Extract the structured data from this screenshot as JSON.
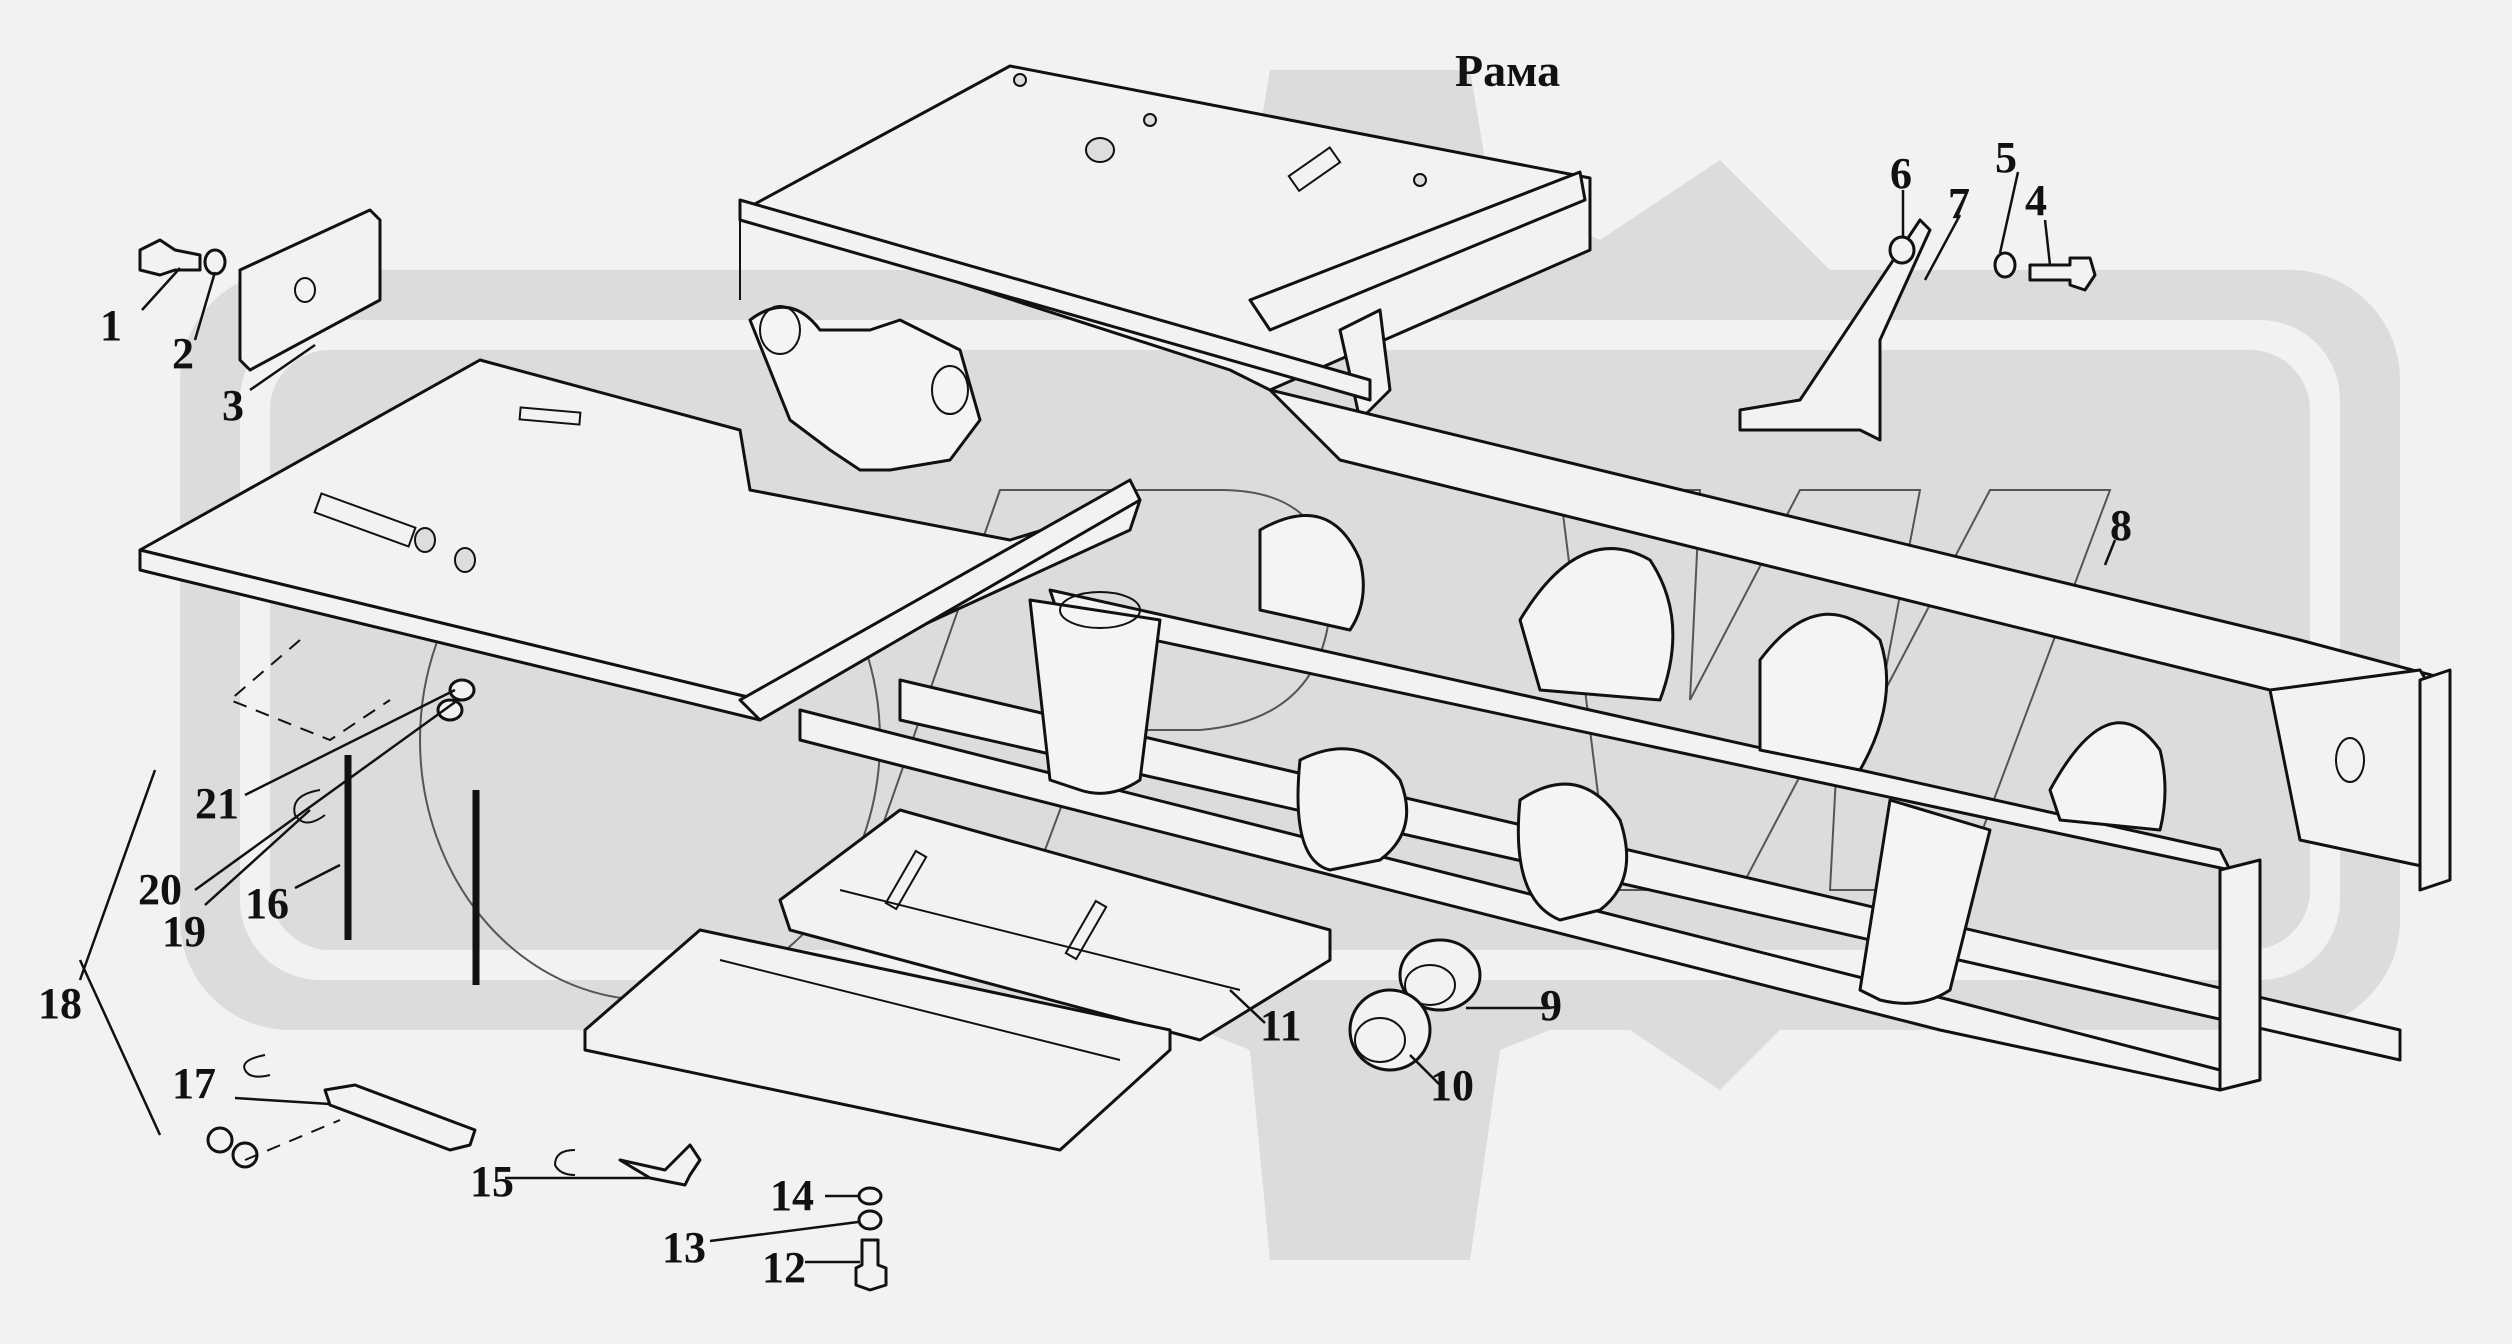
{
  "title": "Рама",
  "colors": {
    "background": "#f2f2f0",
    "watermark": "#dcdcdc",
    "ink": "#111111"
  },
  "watermark": {
    "text": "OPW",
    "description": "gear-logo-watermark"
  },
  "parts": [
    {
      "number": "1",
      "name": "bolt"
    },
    {
      "number": "2",
      "name": "lock-washer"
    },
    {
      "number": "3",
      "name": "mounting-plate"
    },
    {
      "number": "4",
      "name": "bolt"
    },
    {
      "number": "5",
      "name": "lock-washer"
    },
    {
      "number": "6",
      "name": "nut"
    },
    {
      "number": "7",
      "name": "bracket"
    },
    {
      "number": "8",
      "name": "frame"
    },
    {
      "number": "9",
      "name": "bushing"
    },
    {
      "number": "10",
      "name": "bushing"
    },
    {
      "number": "11",
      "name": "floor-panel"
    },
    {
      "number": "12",
      "name": "bolt"
    },
    {
      "number": "13",
      "name": "washer"
    },
    {
      "number": "14",
      "name": "lock-washer"
    },
    {
      "number": "15",
      "name": "clamp"
    },
    {
      "number": "16",
      "name": "hose"
    },
    {
      "number": "17",
      "name": "clamp-plate"
    },
    {
      "number": "18",
      "name": "hose-assembly"
    },
    {
      "number": "19",
      "name": "u-bolt"
    },
    {
      "number": "20",
      "name": "nut"
    },
    {
      "number": "21",
      "name": "bracket"
    }
  ]
}
